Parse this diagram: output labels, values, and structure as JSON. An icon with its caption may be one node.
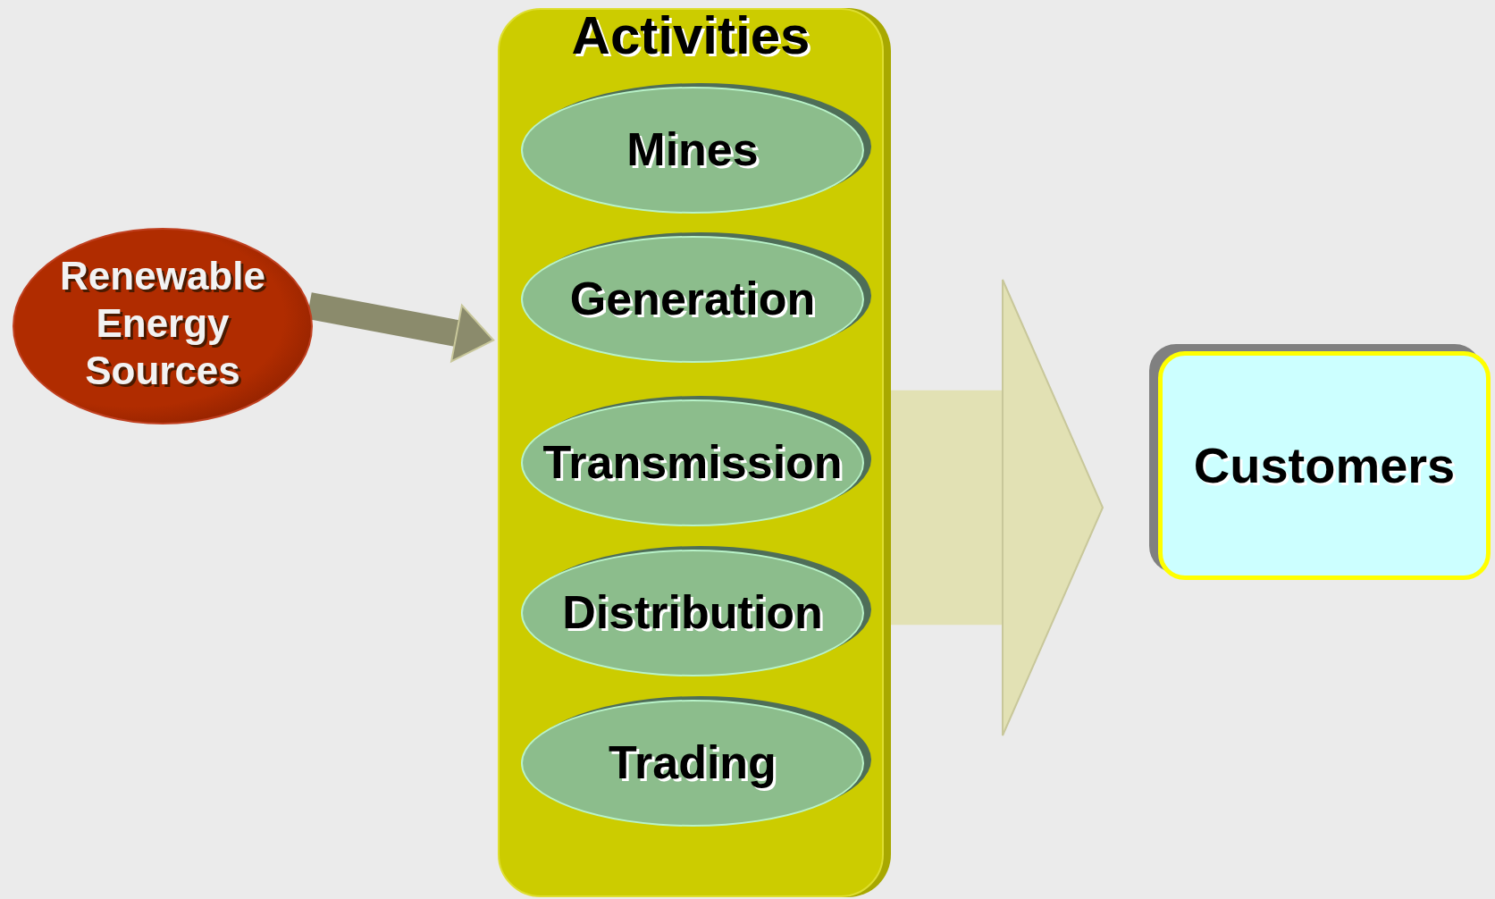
{
  "diagram": {
    "nodes": [
      {
        "text": [
          "Renewable Energy Sources"
        ]
      },
      {
        "text": [
          "Activities"
        ]
      },
      {
        "text": [
          "Mines"
        ],
        "in": 1
      },
      {
        "text": [
          "Generation"
        ],
        "in": 1
      },
      {
        "text": [
          "Transmission"
        ],
        "in": 1
      },
      {
        "text": [
          "Distribution"
        ],
        "in": 1
      },
      {
        "text": [
          "Trading"
        ],
        "in": 1
      },
      {
        "text": [
          "Customers"
        ]
      }
    ],
    "edges": [
      {
        "from": 0,
        "to": 1,
        "arrow": "to"
      },
      {
        "from": 1,
        "to": 7,
        "arrow": "to",
        "style": "thick"
      }
    ]
  }
}
